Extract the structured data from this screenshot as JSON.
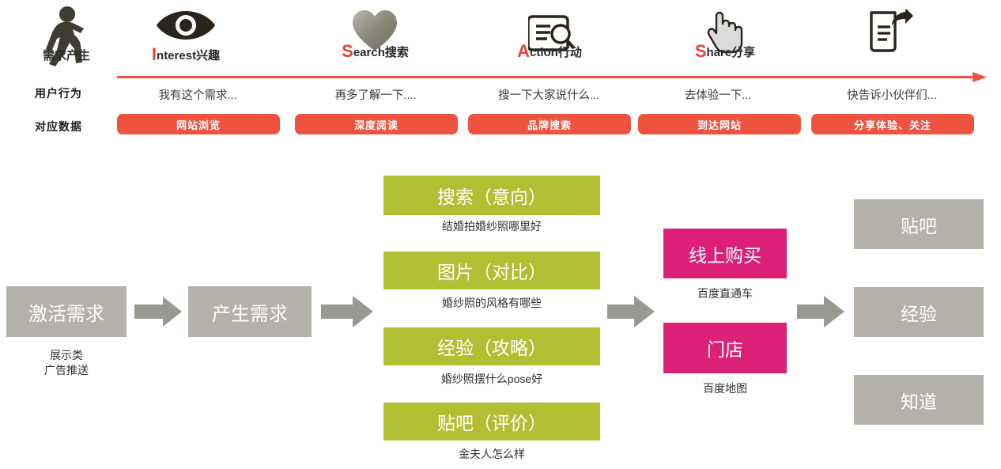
{
  "journey": {
    "row_labels": {
      "behaviour": "用户行为",
      "data": "对应数据"
    },
    "stages": [
      {
        "icon": "walking-person-icon",
        "cap": "",
        "label": "需求产生",
        "behaviour": "我有这个需求...",
        "pill": "网站浏览"
      },
      {
        "icon": "eye-icon",
        "cap": "I",
        "label": "nterest兴趣",
        "behaviour": "再多了解一下....",
        "pill": "深度阅读"
      },
      {
        "icon": "heart-icon",
        "cap": "S",
        "label": "earch搜索",
        "behaviour": "搜一下大家说什么...",
        "pill": "品牌搜索"
      },
      {
        "icon": "document-search-icon",
        "cap": "A",
        "label": "ction行动",
        "behaviour": "去体验一下...",
        "pill": "到达网站"
      },
      {
        "icon": "pointing-hand-icon",
        "cap": "S",
        "label": "hare分享",
        "behaviour": "快告诉小伙伴们...",
        "pill": "分享体验、关注"
      }
    ]
  },
  "flow": {
    "activate": {
      "title": "激活需求",
      "caption_line1": "展示类",
      "caption_line2": "广告推送"
    },
    "generate": {
      "title": "产生需求"
    },
    "search_stack": [
      {
        "title": "搜索（意向）",
        "caption": "结婚拍婚纱照哪里好"
      },
      {
        "title": "图片（对比）",
        "caption": "婚纱照的风格有哪些"
      },
      {
        "title": "经验（攻略）",
        "caption": "婚纱照摆什么pose好"
      },
      {
        "title": "贴吧（评价）",
        "caption": "金夫人怎么样"
      }
    ],
    "action_stack": [
      {
        "title": "线上购买",
        "caption": "百度直通车"
      },
      {
        "title": "门店",
        "caption": "百度地图"
      }
    ],
    "share_stack": [
      {
        "title": "贴吧"
      },
      {
        "title": "经验"
      },
      {
        "title": "知道"
      }
    ]
  },
  "colors": {
    "red": "#ef5340",
    "green": "#b2bf32",
    "pink": "#dd2077",
    "gray": "#b4b1ab",
    "arrow_gray": "#9a9892",
    "icon_dark": "#33302b",
    "heart_gray": "#8c8a80"
  }
}
